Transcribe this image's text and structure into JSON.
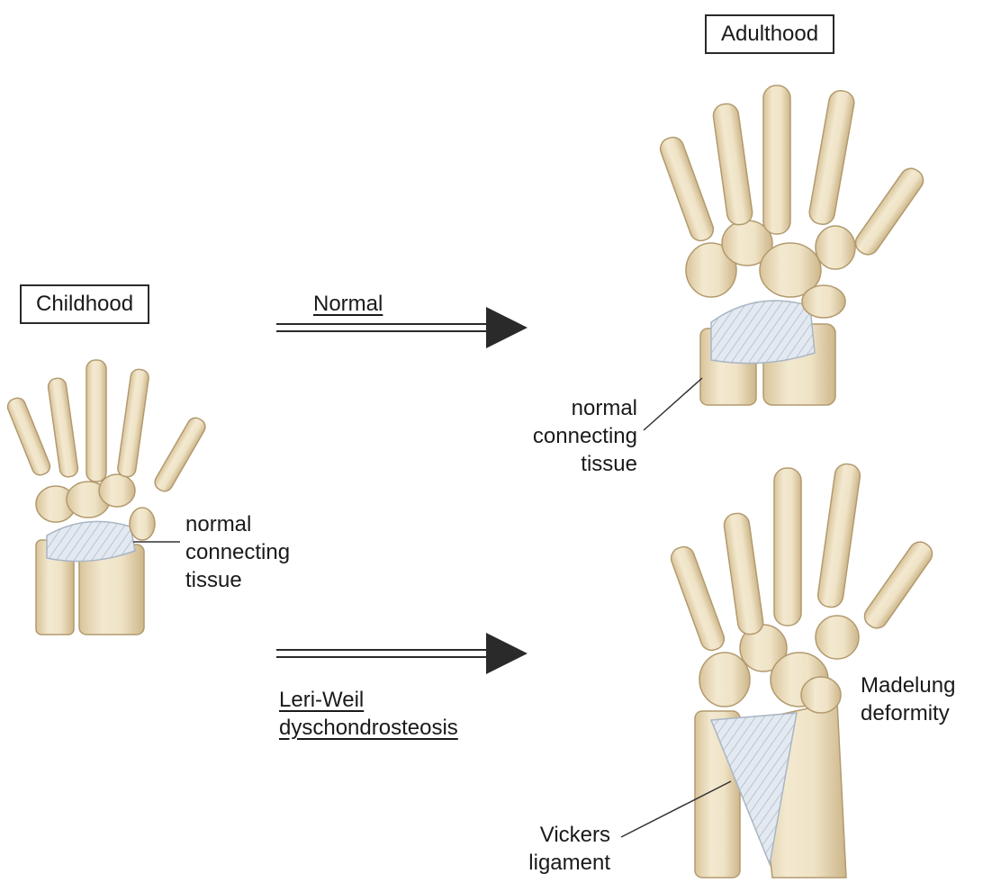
{
  "diagram": {
    "stages": {
      "childhood": "Childhood",
      "adulthood": "Adulthood"
    },
    "paths": {
      "normal": "Normal",
      "leri_weil": [
        "Leri-Weil",
        "dyschondrosteosis"
      ]
    },
    "labels": {
      "child_tissue": [
        "normal",
        "connecting",
        "tissue"
      ],
      "adult_tissue": [
        "normal",
        "connecting",
        "tissue"
      ],
      "madelung": [
        "Madelung",
        "deformity"
      ],
      "vickers": [
        "Vickers",
        "ligament"
      ]
    },
    "colors": {
      "bone": "#efe3c6",
      "bone_shade": "#d9c49a",
      "bone_outline": "#b39a6e",
      "tissue": "#dfe6ee",
      "tissue_fibers": "#a9b5c4",
      "arrow": "#2a2a2a",
      "box_border": "#2a2a2a"
    }
  }
}
